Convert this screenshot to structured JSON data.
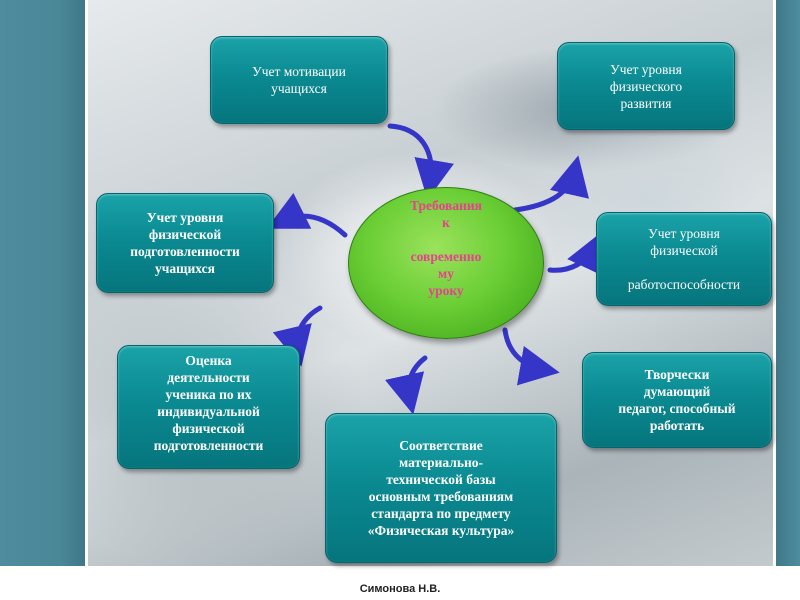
{
  "center": {
    "label": "Требования\nк\n\nсовременно\nму\nуроку"
  },
  "nodes": {
    "motivation": "Учет мотивации\nучащихся",
    "physical_development": "Учет уровня\nфизического\nразвития",
    "physical_preparedness": "Учет уровня\nфизической\nподготовленности\nучащихся",
    "work_capacity": "Учет уровня\nфизической\n\nработоспособности",
    "evaluation": "Оценка\nдеятельности\nученика по их\nиндивидуальной\nфизической\nподготовленности",
    "creative_teacher": "Творчески\nдумающий\nпедагог, способный\nработать",
    "material_base": "Соответствие\nматериально-\nтехнической базы\nосновным требованиям\nстандарта по предмету\n«Физическая культура»"
  },
  "footer": {
    "author": "Симонова Н.В."
  },
  "colors": {
    "box_fill": "#0b8a92",
    "center_fill": "#6ccf36",
    "center_text": "#e8418f",
    "arrow": "#3535c8",
    "frame": "#4a8797"
  }
}
